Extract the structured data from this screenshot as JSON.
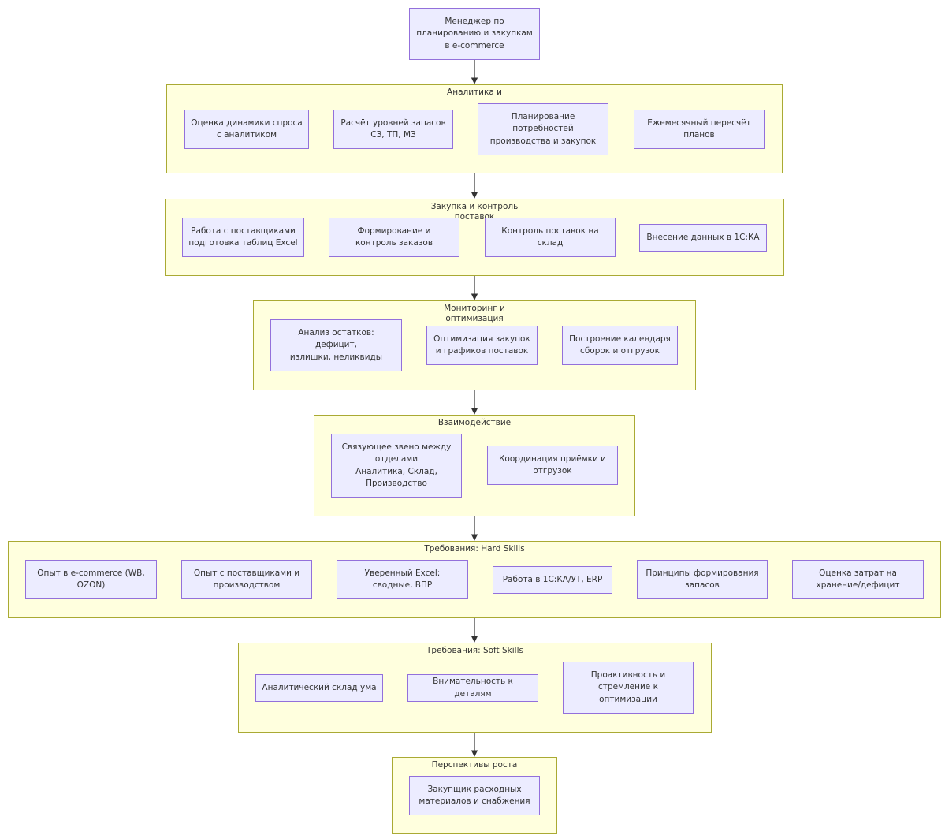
{
  "diagram": {
    "root": "Менеджер по\nпланированию и закупкам\nв e-commerce",
    "clusters": [
      {
        "title": "Аналитика и\nпланирование",
        "nodes": [
          "Оценка динамики спроса\nс аналитиком",
          "Расчёт уровней запасов\nСЗ, ТП, МЗ",
          "Планирование\nпотребностей\nпроизводства и закупок",
          "Ежемесячный пересчёт\nпланов"
        ]
      },
      {
        "title": "Закупка и контроль\nпоставок",
        "nodes": [
          "Работа с поставщиками\nподготовка таблиц Excel",
          "Формирование и\nконтроль заказов",
          "Контроль поставок на\nсклад",
          "Внесение данных в 1С:КА"
        ]
      },
      {
        "title": "Мониторинг и\nоптимизация",
        "nodes": [
          "Анализ остатков:\nдефицит,\nизлишки, неликвиды",
          "Оптимизация закупок\nи графиков поставок",
          "Построение календаря\nсборок и отгрузок"
        ]
      },
      {
        "title": "Взаимодействие",
        "nodes": [
          "Связующее звено между\nотделами\nАналитика, Склад,\nПроизводство",
          "Координация приёмки и\nотгрузок"
        ]
      },
      {
        "title": "Требования: Hard Skills",
        "nodes": [
          "Опыт в e-commerce (WB,\nOZON)",
          "Опыт с поставщиками и\nпроизводством",
          "Уверенный Excel:\nсводные, ВПР",
          "Работа в 1С:КА/УТ, ERP",
          "Принципы формирования\nзапасов",
          "Оценка затрат на\nхранение/дефицит"
        ]
      },
      {
        "title": "Требования: Soft Skills",
        "nodes": [
          "Аналитический склад ума",
          "Внимательность к деталям",
          "Проактивность и\nстремление к\nоптимизации"
        ]
      },
      {
        "title": "Перспективы роста",
        "nodes": [
          "Закупщик расходных\nматериалов и снабжения"
        ]
      }
    ]
  },
  "colors": {
    "node_fill": "#ececff",
    "node_border": "#9370db",
    "cluster_fill": "#ffffde",
    "cluster_border": "#aaaa33",
    "edge": "#333333",
    "text": "#333333"
  }
}
